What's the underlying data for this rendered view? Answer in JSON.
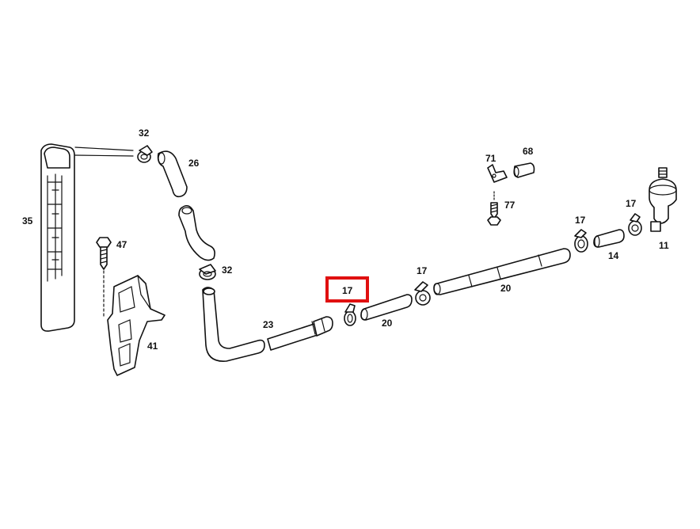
{
  "callouts": {
    "c35": "35",
    "c32a": "32",
    "c26": "26",
    "c47": "47",
    "c32b": "32",
    "c41": "41",
    "c23": "23",
    "c17a": "17",
    "c20a": "20",
    "c17b": "17",
    "c20b": "20",
    "c71": "71",
    "c68": "68",
    "c77": "77",
    "c17c": "17",
    "c14": "14",
    "c17d": "17",
    "c11": "11"
  },
  "highlight": {
    "label": "17",
    "color": "#e01010"
  }
}
